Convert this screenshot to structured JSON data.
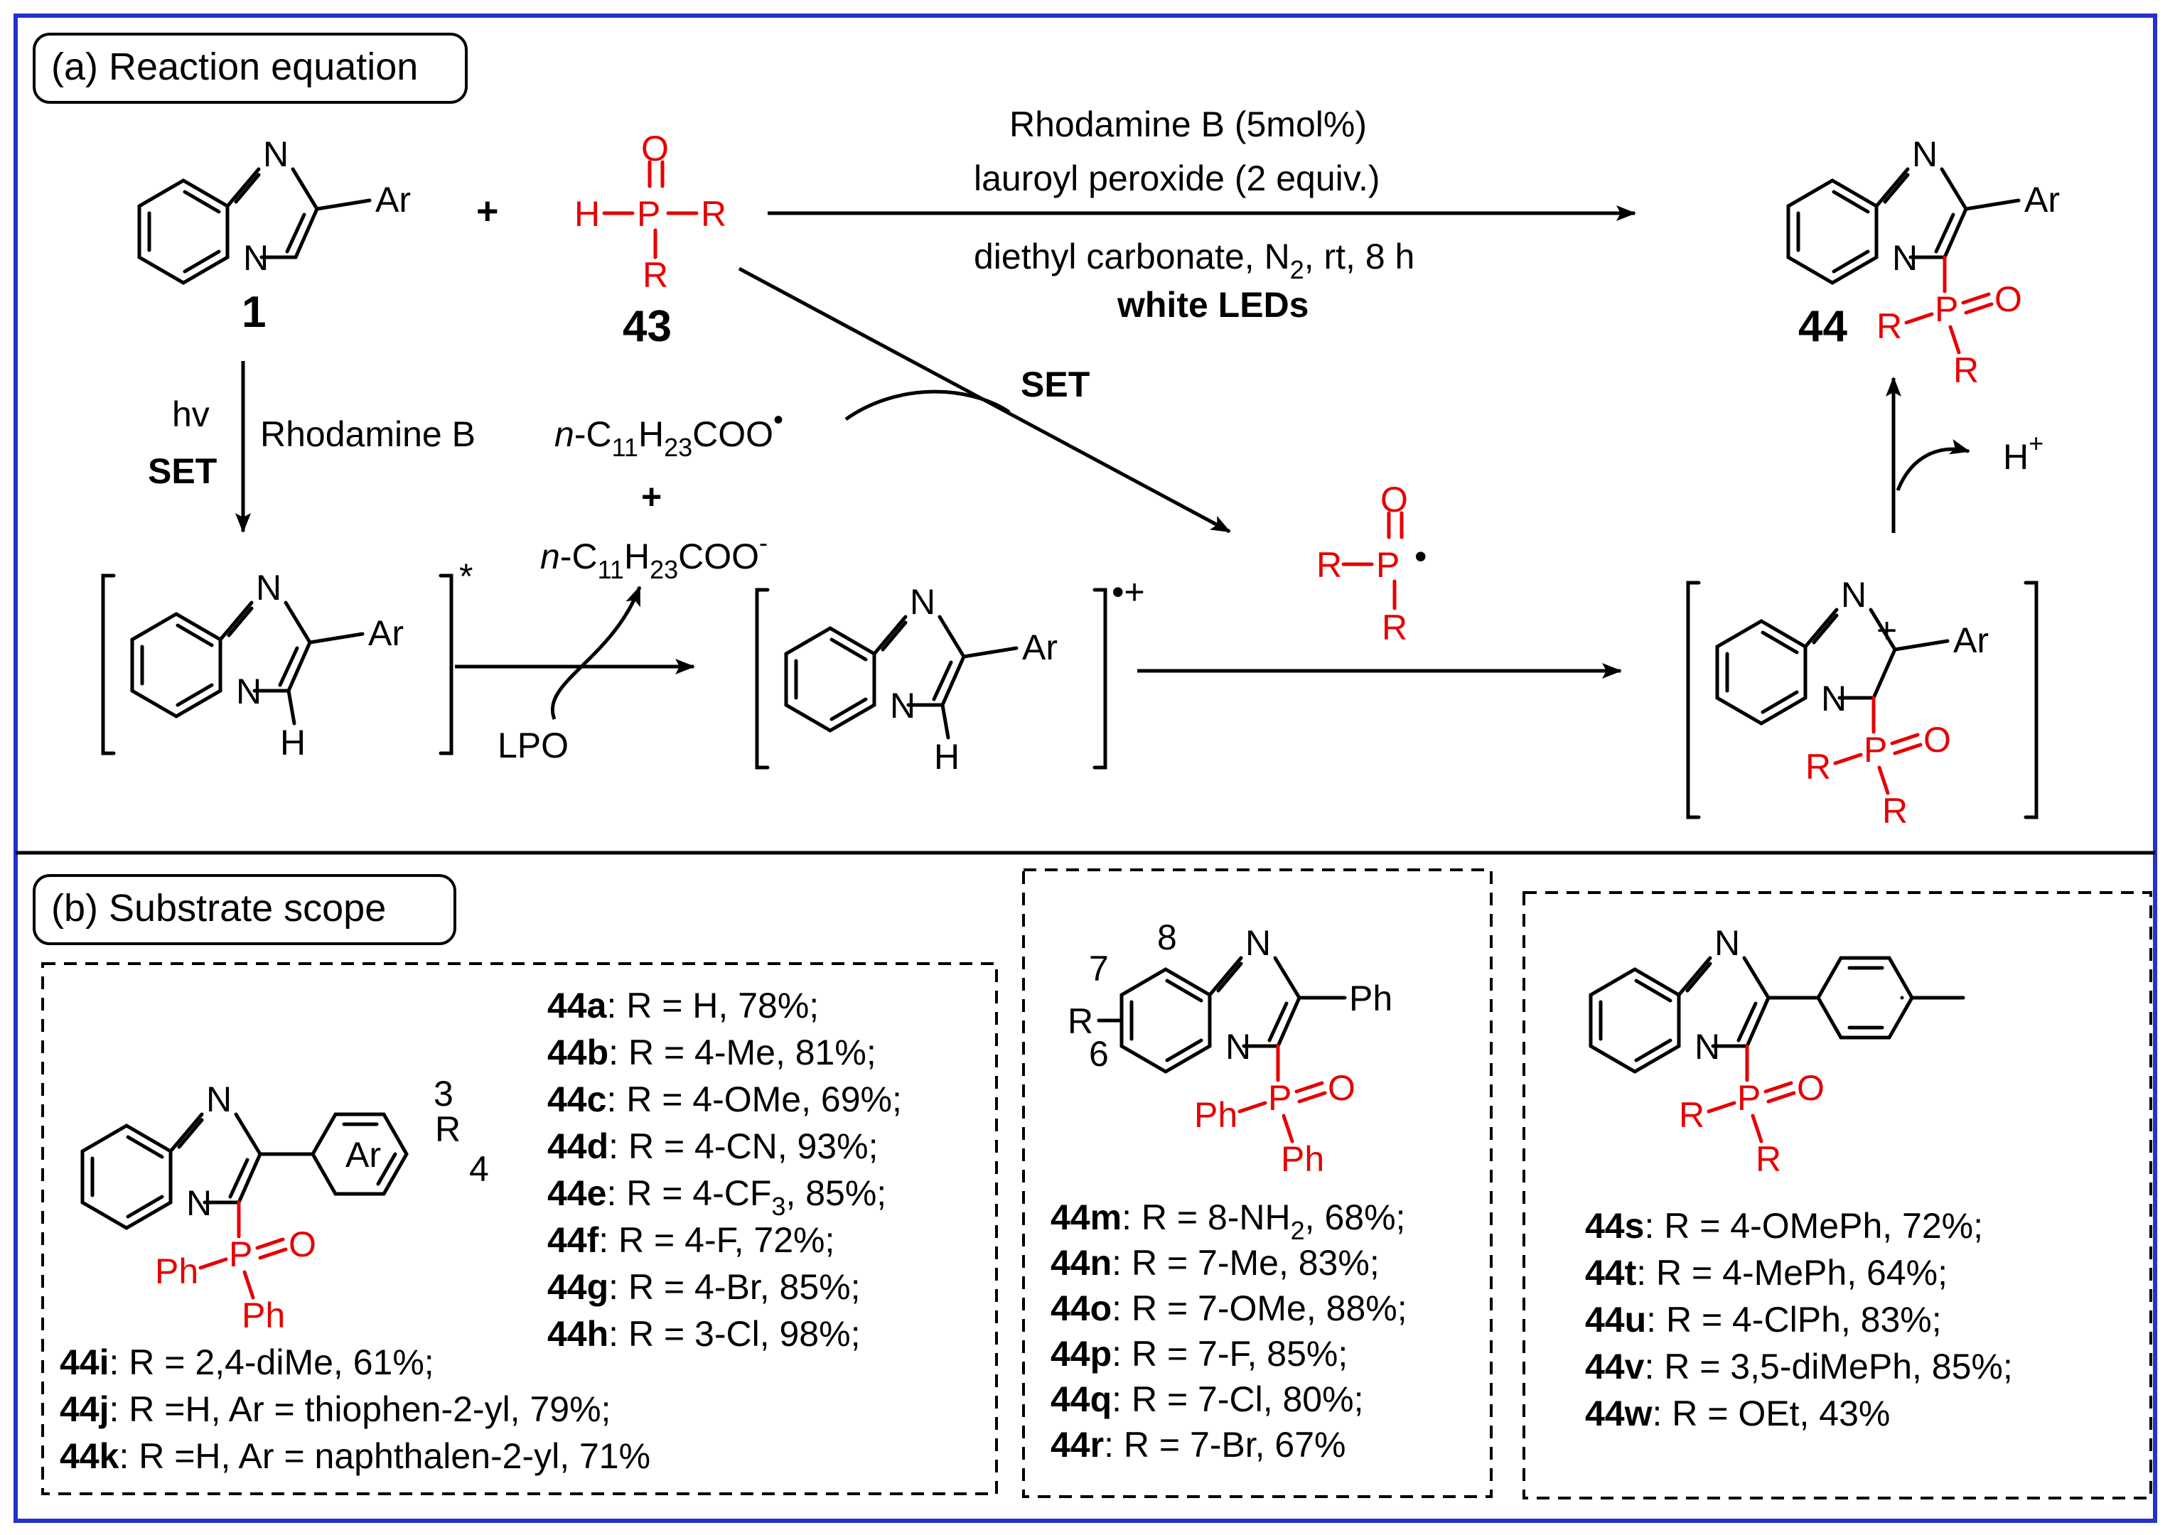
{
  "section_a": {
    "title": "(a) Reaction equation",
    "compound_1_label": "1",
    "compound_43_label": "43",
    "compound_44_label": "44",
    "plus": "+",
    "conditions_top_1": "Rhodamine B (5mol%)",
    "conditions_top_2": "lauroyl peroxide (2 equiv.)",
    "conditions_bottom_1": "diethyl carbonate, N",
    "conditions_bottom_1_sub": "2",
    "conditions_bottom_1_tail": ", rt, 8 h",
    "conditions_bottom_2": "white LEDs",
    "set_label": "SET",
    "hv_label": "hv",
    "hv_set": "SET",
    "rhodamine": "Rhodamine B",
    "radical_prefix": "n",
    "radical_body": "-C",
    "radical_sub1": "11",
    "radical_mid": "H",
    "radical_sub2": "23",
    "radical_end": "COO",
    "lpo": "LPO",
    "h_plus": "H",
    "ar": "Ar",
    "n": "N",
    "h": "H",
    "r": "R",
    "p": "P",
    "o": "O",
    "ph": "Ph"
  },
  "section_b": {
    "title": "(b) Substrate scope",
    "group1": [
      {
        "id": "44a",
        "text": ": R = H, 78%;"
      },
      {
        "id": "44b",
        "text": ": R = 4-Me, 81%;"
      },
      {
        "id": "44c",
        "text": ": R = 4-OMe, 69%;"
      },
      {
        "id": "44d",
        "text": ": R = 4-CN, 93%;"
      },
      {
        "id": "44e",
        "text": ": R = 4-CF",
        "sub": "3",
        "tail": ", 85%;"
      },
      {
        "id": "44f",
        "text": ": R = 4-F, 72%;"
      },
      {
        "id": "44g",
        "text": ": R = 4-Br, 85%;"
      },
      {
        "id": "44h",
        "text": ": R = 3-Cl, 98%;"
      }
    ],
    "group1_extra": [
      {
        "id": "44i",
        "text": ": R = 2,4-diMe, 61%;"
      },
      {
        "id": "44j",
        "text": ": R =H, Ar = thiophen-2-yl, 79%;"
      },
      {
        "id": "44k",
        "text": ": R =H, Ar = naphthalen-2-yl, 71%"
      }
    ],
    "group2": [
      {
        "id": "44m",
        "text": ": R = 8-NH",
        "sub": "2",
        "tail": ", 68%;"
      },
      {
        "id": "44n",
        "text": ": R = 7-Me, 83%;"
      },
      {
        "id": "44o",
        "text": ": R = 7-OMe, 88%;"
      },
      {
        "id": "44p",
        "text": ": R = 7-F, 85%;"
      },
      {
        "id": "44q",
        "text": ": R = 7-Cl, 80%;"
      },
      {
        "id": "44r",
        "text": ": R = 7-Br, 67%"
      }
    ],
    "group3": [
      {
        "id": "44s",
        "text": ": R = 4-OMePh, 72%;"
      },
      {
        "id": "44t",
        "text": ": R = 4-MePh, 64%;"
      },
      {
        "id": "44u",
        "text": ": R = 4-ClPh, 83%;"
      },
      {
        "id": "44v",
        "text": ": R = 3,5-diMePh, 85%;"
      },
      {
        "id": "44w",
        "text": ": R = OEt, 43%"
      }
    ],
    "pos_3": "3",
    "pos_4": "4",
    "pos_6": "6",
    "pos_7": "7",
    "pos_8": "8"
  },
  "colors": {
    "frame": "#2233cc",
    "phosphorus_group": "#e60000",
    "text": "#000000"
  }
}
